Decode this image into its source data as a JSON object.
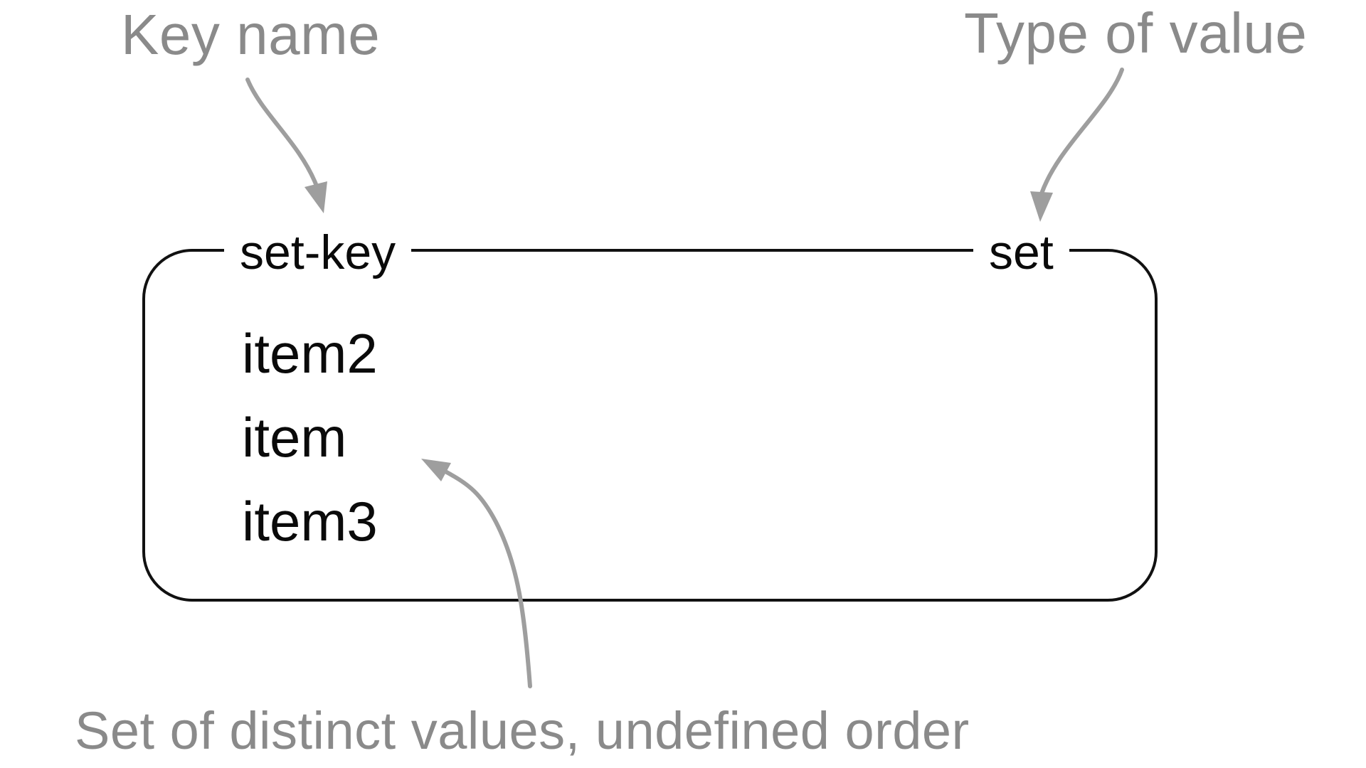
{
  "diagram": {
    "annotations": {
      "key_name_label": "Key name",
      "type_of_value_label": "Type of value",
      "bottom_caption": "Set of distinct values, undefined order"
    },
    "set_box": {
      "key_label": "set-key",
      "type_label": "set",
      "items": [
        "item2",
        "item",
        "item3"
      ]
    },
    "colors": {
      "annotation_gray": "#8a8a8a",
      "arrow_gray": "#9e9e9e",
      "box_border_black": "#111111",
      "value_text_black": "#0a0a0a",
      "background": "#ffffff"
    }
  }
}
